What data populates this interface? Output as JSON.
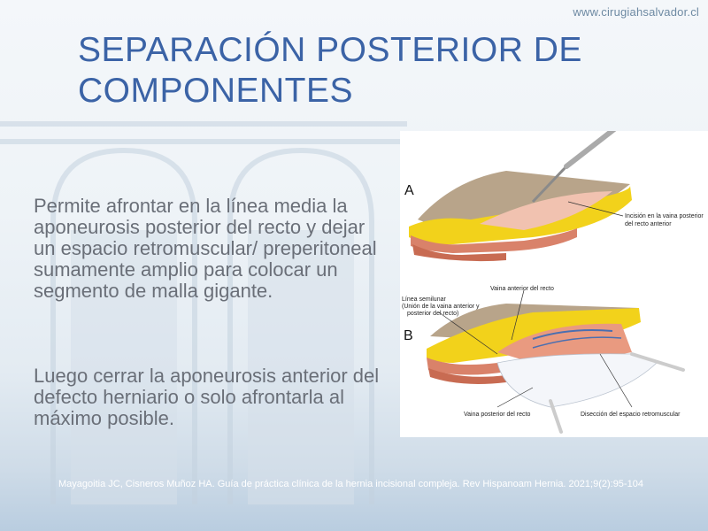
{
  "header": {
    "website": "www.cirugiahsalvador.cl"
  },
  "slide": {
    "title_line1": "SEPARACIÓN POSTERIOR DE",
    "title_line2": "COMPONENTES",
    "paragraph1": "Permite afrontar en la línea media la aponeurosis posterior del recto y dejar un espacio retromuscular/ preperitoneal sumamente amplio para colocar un segmento de malla gigante.",
    "paragraph2": "Luego cerrar la aponeurosis anterior del defecto herniario o solo afrontarla al máximo posible."
  },
  "figure": {
    "panel_a_letter": "A",
    "panel_b_letter": "B",
    "label_incision_1": "Incisión en la vaina posterior",
    "label_incision_2": "del recto anterior",
    "label_linea_1": "Línea semilunar",
    "label_linea_2": "(Unión de la vaina anterior y",
    "label_linea_3": "posterior del recto)",
    "label_vaina_anterior": "Vaina anterior del recto",
    "label_vaina_posterior": "Vaina posterior del recto",
    "label_diseccion": "Disección del espacio retromuscular"
  },
  "footer": {
    "citation": "Mayagoitia JC, Cisneros Muñoz HA. Guía de práctica clínica de la hernia incisional compleja. Rev Hispanoam Hernia. 2021;9(2):95-104"
  },
  "colors": {
    "title": "#3b63a6",
    "body_text": "#6a6f78",
    "fat_yellow": "#f2d21b",
    "muscle_red": "#d9826a",
    "skin_tan": "#b8a48a"
  }
}
